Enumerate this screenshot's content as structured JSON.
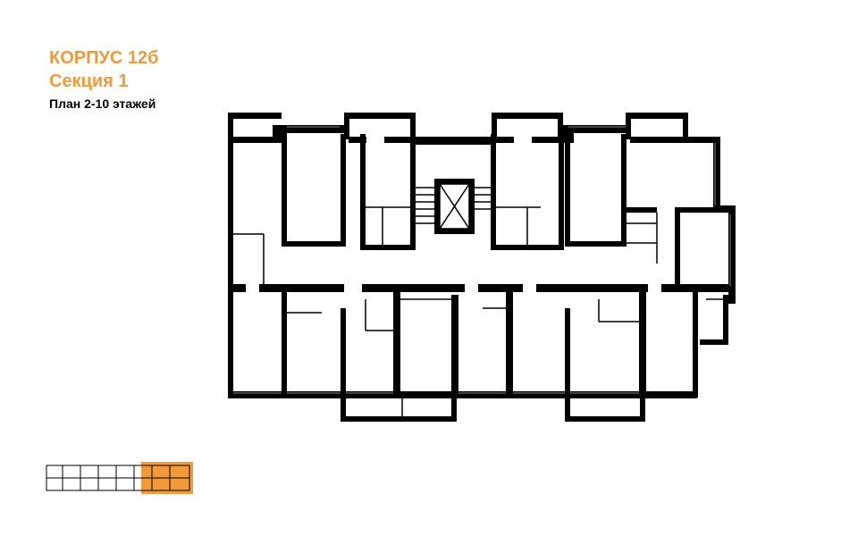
{
  "header": {
    "building": "КОРПУС 12б",
    "section": "Секция 1",
    "floors": "План 2-10 этажей"
  },
  "colors": {
    "accent": "#f29a3a",
    "walls": "#000000"
  }
}
